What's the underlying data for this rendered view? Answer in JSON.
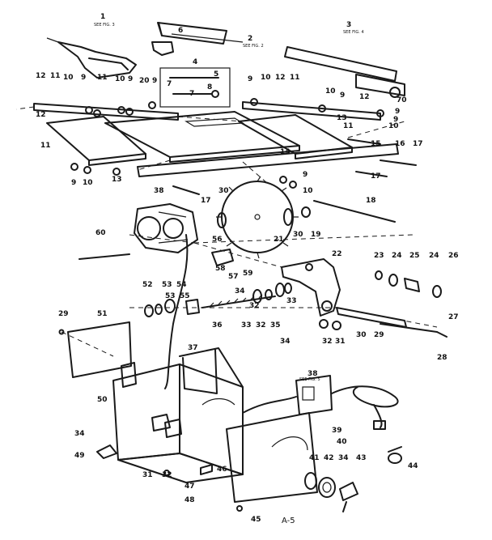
{
  "labels": {
    "l1": "1",
    "l2": "2",
    "l3": "3",
    "l4": "4",
    "l5": "5",
    "l6": "6",
    "l7": "7",
    "l8": "8",
    "l9": "9",
    "l10": "10",
    "l11": "11",
    "l12": "12",
    "l13": "13",
    "l14": "14",
    "l15": "15",
    "l16": "16",
    "l17": "17",
    "l18": "18",
    "l19": "19",
    "l20": "20",
    "l21": "21",
    "l22": "22",
    "l23": "23",
    "l24": "24",
    "l25": "25",
    "l26": "26",
    "l27": "27",
    "l28": "28",
    "l29": "29",
    "l30": "30",
    "l31": "31",
    "l32": "32",
    "l33": "33",
    "l34": "34",
    "l35": "35",
    "l36": "36",
    "l37": "37",
    "l38": "38",
    "l39": "39",
    "l40": "40",
    "l41": "41",
    "l42": "42",
    "l43": "43",
    "l44": "44",
    "l45": "45",
    "l46": "46",
    "l47": "47",
    "l48": "48",
    "l49": "49",
    "l50": "50",
    "l51": "51",
    "l52": "52",
    "l53": "53",
    "l54": "54",
    "l55": "55",
    "l56": "56",
    "l57": "57",
    "l58": "58",
    "l59": "59",
    "l60": "60",
    "l70": "70"
  },
  "refs": {
    "fig3": "SEE FIG. 3",
    "fig2": "SEE FIG. 2",
    "fig4": "SEE FIG. 4",
    "fig5": "SEE FIG. 5"
  },
  "caption": "A-5"
}
